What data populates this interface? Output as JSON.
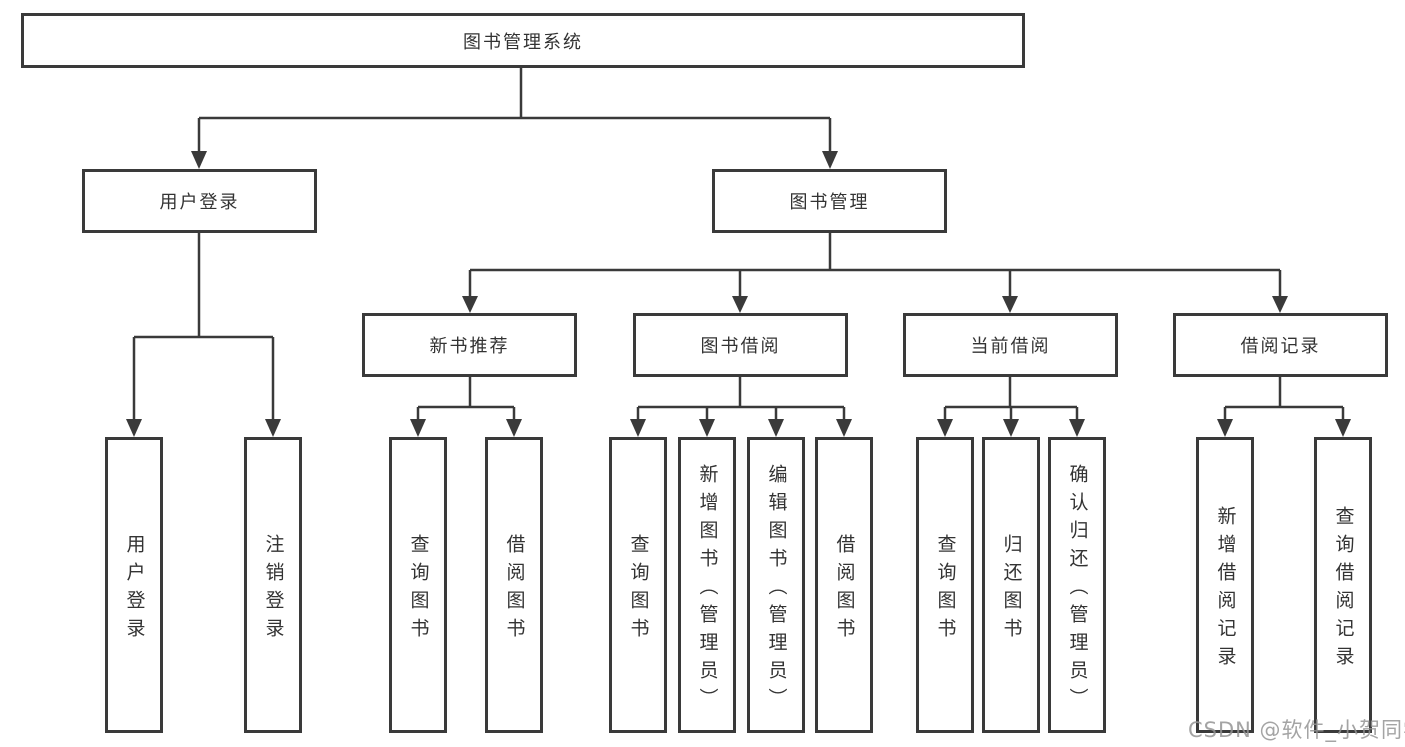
{
  "diagram": {
    "colors": {
      "line": "#3a3a3a",
      "box_border": "#3a3a3a",
      "text": "#333333",
      "background": "#ffffff",
      "watermark": "#949494"
    },
    "watermark": {
      "text": "CSDN @软件_小贺同学"
    },
    "tree": {
      "root": {
        "label": "图书管理系统",
        "children": [
          {
            "label": "用户登录",
            "children": [
              {
                "label": "用户登录"
              },
              {
                "label": "注销登录"
              }
            ]
          },
          {
            "label": "图书管理",
            "children": [
              {
                "label": "新书推荐",
                "children": [
                  {
                    "label": "查询图书"
                  },
                  {
                    "label": "借阅图书"
                  }
                ]
              },
              {
                "label": "图书借阅",
                "children": [
                  {
                    "label": "查询图书"
                  },
                  {
                    "label": "新增图书（管理员）"
                  },
                  {
                    "label": "编辑图书（管理员）"
                  },
                  {
                    "label": "借阅图书"
                  }
                ]
              },
              {
                "label": "当前借阅",
                "children": [
                  {
                    "label": "查询图书"
                  },
                  {
                    "label": "归还图书"
                  },
                  {
                    "label": "确认归还（管理员）"
                  }
                ]
              },
              {
                "label": "借阅记录",
                "children": [
                  {
                    "label": "新增借阅记录"
                  },
                  {
                    "label": "查询借阅记录"
                  }
                ]
              }
            ]
          }
        ]
      }
    }
  }
}
